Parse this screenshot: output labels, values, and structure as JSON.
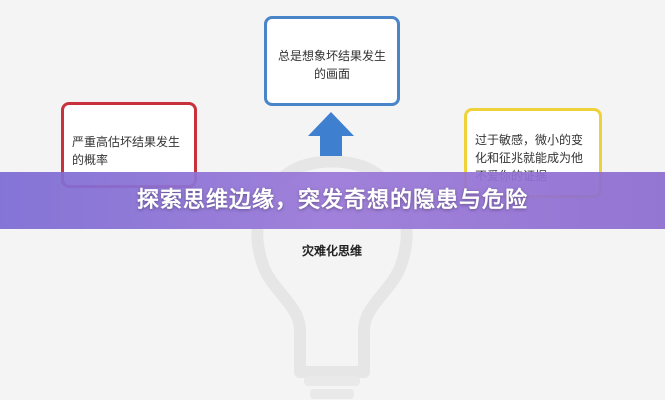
{
  "diagram": {
    "center_label": "灾难化思维",
    "boxes": {
      "top": "总是想象坏结果发生的画面",
      "left": "严重高估坏结果发生的概率",
      "right": "过于敏感，微小的变化和征兆就能成为他不爱你的证据"
    },
    "colors": {
      "top_border": "#4a84c9",
      "left_border": "#c8323c",
      "right_border": "#efd23a",
      "arrow": "#3f7fd0"
    }
  },
  "banner": {
    "title": "探索思维边缘，突发奇想的隐患与危险"
  }
}
